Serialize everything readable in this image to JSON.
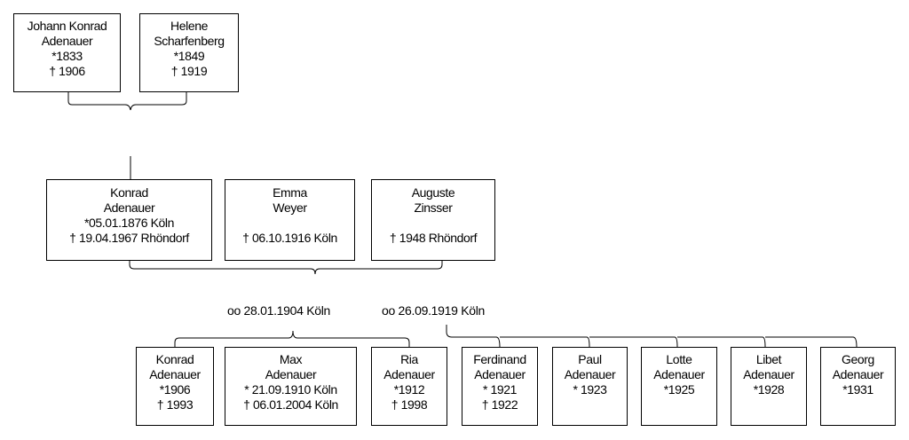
{
  "people": {
    "johann": {
      "lines": [
        "Johann Konrad",
        "Adenauer",
        "*1833",
        "† 1906"
      ]
    },
    "helene": {
      "lines": [
        "Helene",
        "Scharfenberg",
        "*1849",
        "† 1919"
      ]
    },
    "konrad": {
      "lines": [
        "Konrad",
        "Adenauer",
        "*05.01.1876 Köln",
        "† 19.04.1967 Rhöndorf"
      ]
    },
    "emma": {
      "lines": [
        "Emma",
        "Weyer",
        "",
        "† 06.10.1916 Köln"
      ]
    },
    "auguste": {
      "lines": [
        "Auguste",
        "Zinsser",
        "",
        "† 1948 Rhöndorf"
      ]
    },
    "konrad_jr": {
      "lines": [
        "Konrad",
        "Adenauer",
        "*1906",
        "† 1993"
      ]
    },
    "max": {
      "lines": [
        "Max",
        "Adenauer",
        "* 21.09.1910 Köln",
        "† 06.01.2004 Köln"
      ]
    },
    "ria": {
      "lines": [
        "Ria",
        "Adenauer",
        "*1912",
        "† 1998"
      ]
    },
    "ferdinand": {
      "lines": [
        "Ferdinand",
        "Adenauer",
        "* 1921",
        "† 1922"
      ]
    },
    "paul": {
      "lines": [
        "Paul",
        "Adenauer",
        "* 1923"
      ]
    },
    "lotte": {
      "lines": [
        "Lotte",
        "Adenauer",
        "*1925"
      ]
    },
    "libet": {
      "lines": [
        "Libet",
        "Adenauer",
        "*1928"
      ]
    },
    "georg": {
      "lines": [
        "Georg",
        "Adenauer",
        "*1931"
      ]
    }
  },
  "marriages": {
    "first": "oo 28.01.1904 Köln",
    "second": "oo 26.09.1919 Köln"
  }
}
